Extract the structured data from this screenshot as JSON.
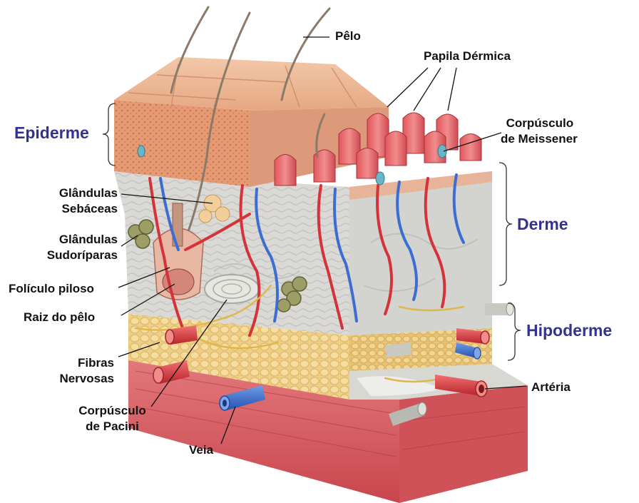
{
  "diagram": {
    "sections": {
      "epidermis": "Epiderme",
      "dermis": "Derme",
      "hypodermis": "Hipoderme"
    },
    "labels": {
      "hair": "Pêlo",
      "dermal_papilla": "Papila Dérmica",
      "meissner_line1": "Corpúsculo",
      "meissner_line2": "de Meissener",
      "sebaceous_line1": "Glândulas",
      "sebaceous_line2": "Sebáceas",
      "sweat_line1": "Glândulas",
      "sweat_line2": "Sudoríparas",
      "follicle": "Folículo piloso",
      "hair_root": "Raiz do pêlo",
      "nerve_line1": "Fibras",
      "nerve_line2": "Nervosas",
      "pacini_line1": "Corpúsculo",
      "pacini_line2": "de Pacini",
      "vein": "Veia",
      "artery": "Artéria"
    },
    "colors": {
      "section_label": "#33338f",
      "label_text": "#111111",
      "epidermis": "#e7a07f",
      "dermis": "#d7d7d3",
      "fat": "#efcf85",
      "muscle": "#d9646b",
      "artery": "#d4333a",
      "vein": "#3c6ed2",
      "nerve": "#e0b84a",
      "gland": "#8c8f5a"
    }
  }
}
